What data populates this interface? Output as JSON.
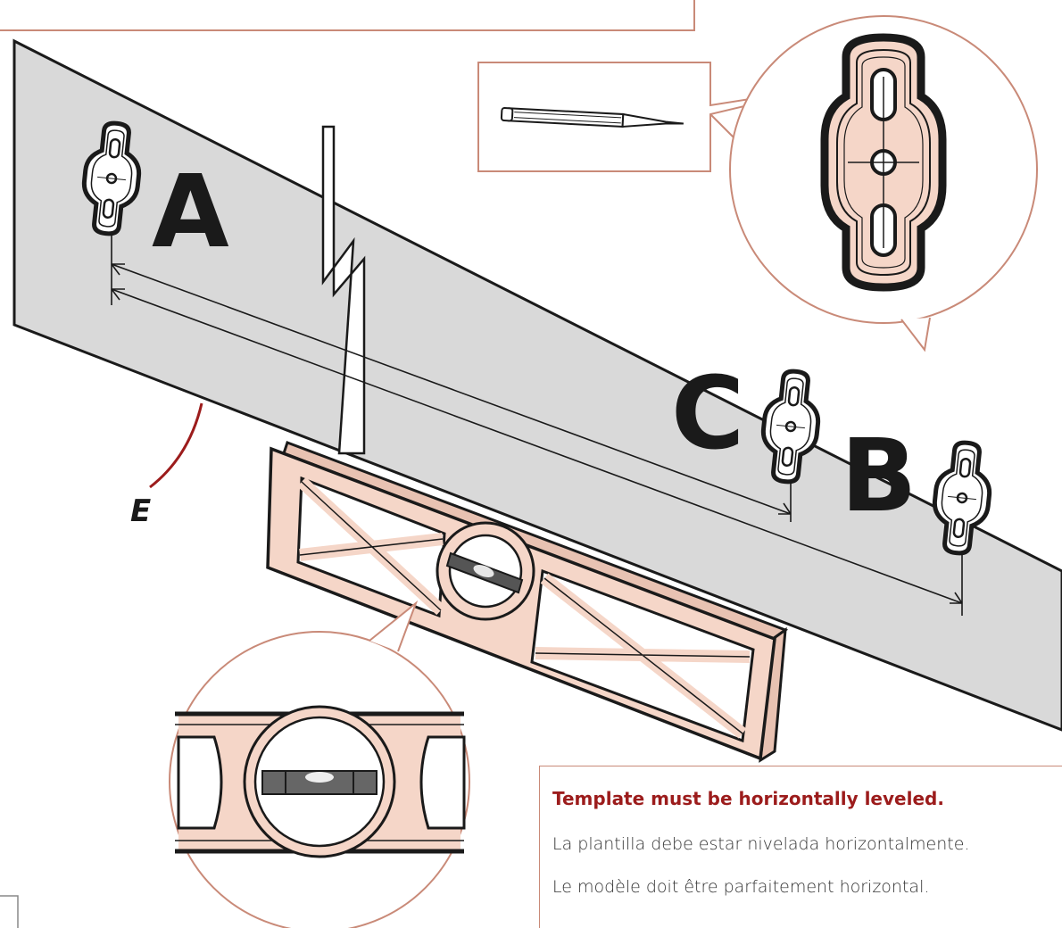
{
  "labels": {
    "hole_a": "A",
    "hole_b": "B",
    "hole_c": "C",
    "lower_edge": "E"
  },
  "note": {
    "english": "Template must be horizontally leveled.",
    "spanish": "La plantilla debe estar nivelada horizontalmente.",
    "french": "Le modèle doit être parfaitement horizontal."
  },
  "colors": {
    "accent_line": "#c98a78",
    "level_fill": "#f5d6c8",
    "template_fill": "#d9d9d9",
    "warning_text": "#9c1c1c",
    "edge_leader": "#9c1c1c"
  },
  "icons": [
    "pencil-icon",
    "keyhole-slot-icon",
    "spirit-level-icon",
    "bubble-vial-icon"
  ]
}
